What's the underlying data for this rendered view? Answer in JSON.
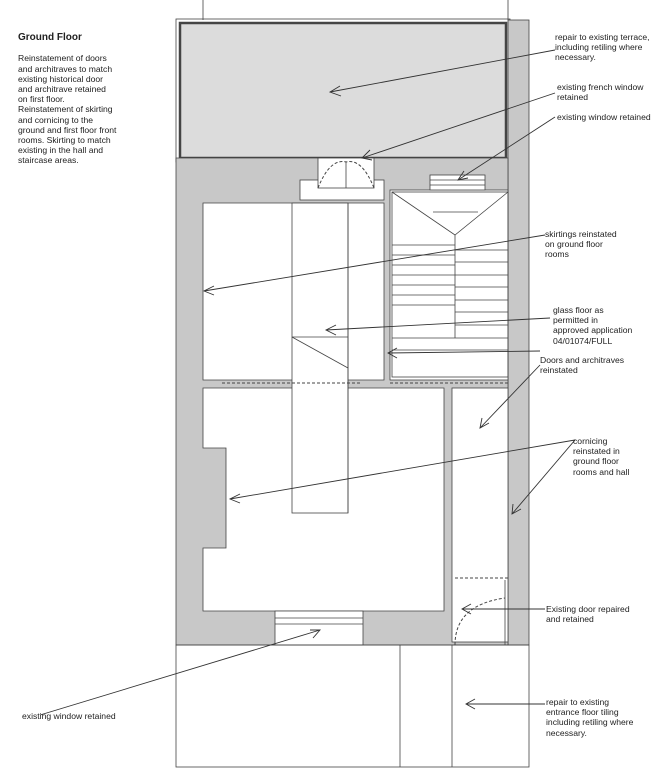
{
  "intro": {
    "title": "Ground Floor",
    "body": "Reinstatement of doors\nand architraves to match\nexisting historical door\nand architrave retained\non first floor.\nReinstatement of skirting\nand cornicing to the\nground and first floor front\nrooms. Skirting to match\nexisting in the hall and\nstaircase areas."
  },
  "annotations": {
    "terrace": "repair to existing terrace,\nincluding retiling where\nnecessary.",
    "french_window": "existing french window\nretained",
    "window_rear": "existing window retained",
    "skirtings": "skirtings reinstated\non ground floor\nrooms",
    "glass_floor": "glass floor as\npermitted in\napproved application\n04/01074/FULL",
    "doors": "Doors and architraves\nreinstated",
    "cornicing": "cornicing\nreinstated in\nground floor\nrooms and hall",
    "existing_door": "Existing door repaired\nand retained",
    "window_front": "existing window retained",
    "entrance_tiling": "repair to existing\nentrance floor tiling\nincluding retiling where\nnecessary."
  }
}
